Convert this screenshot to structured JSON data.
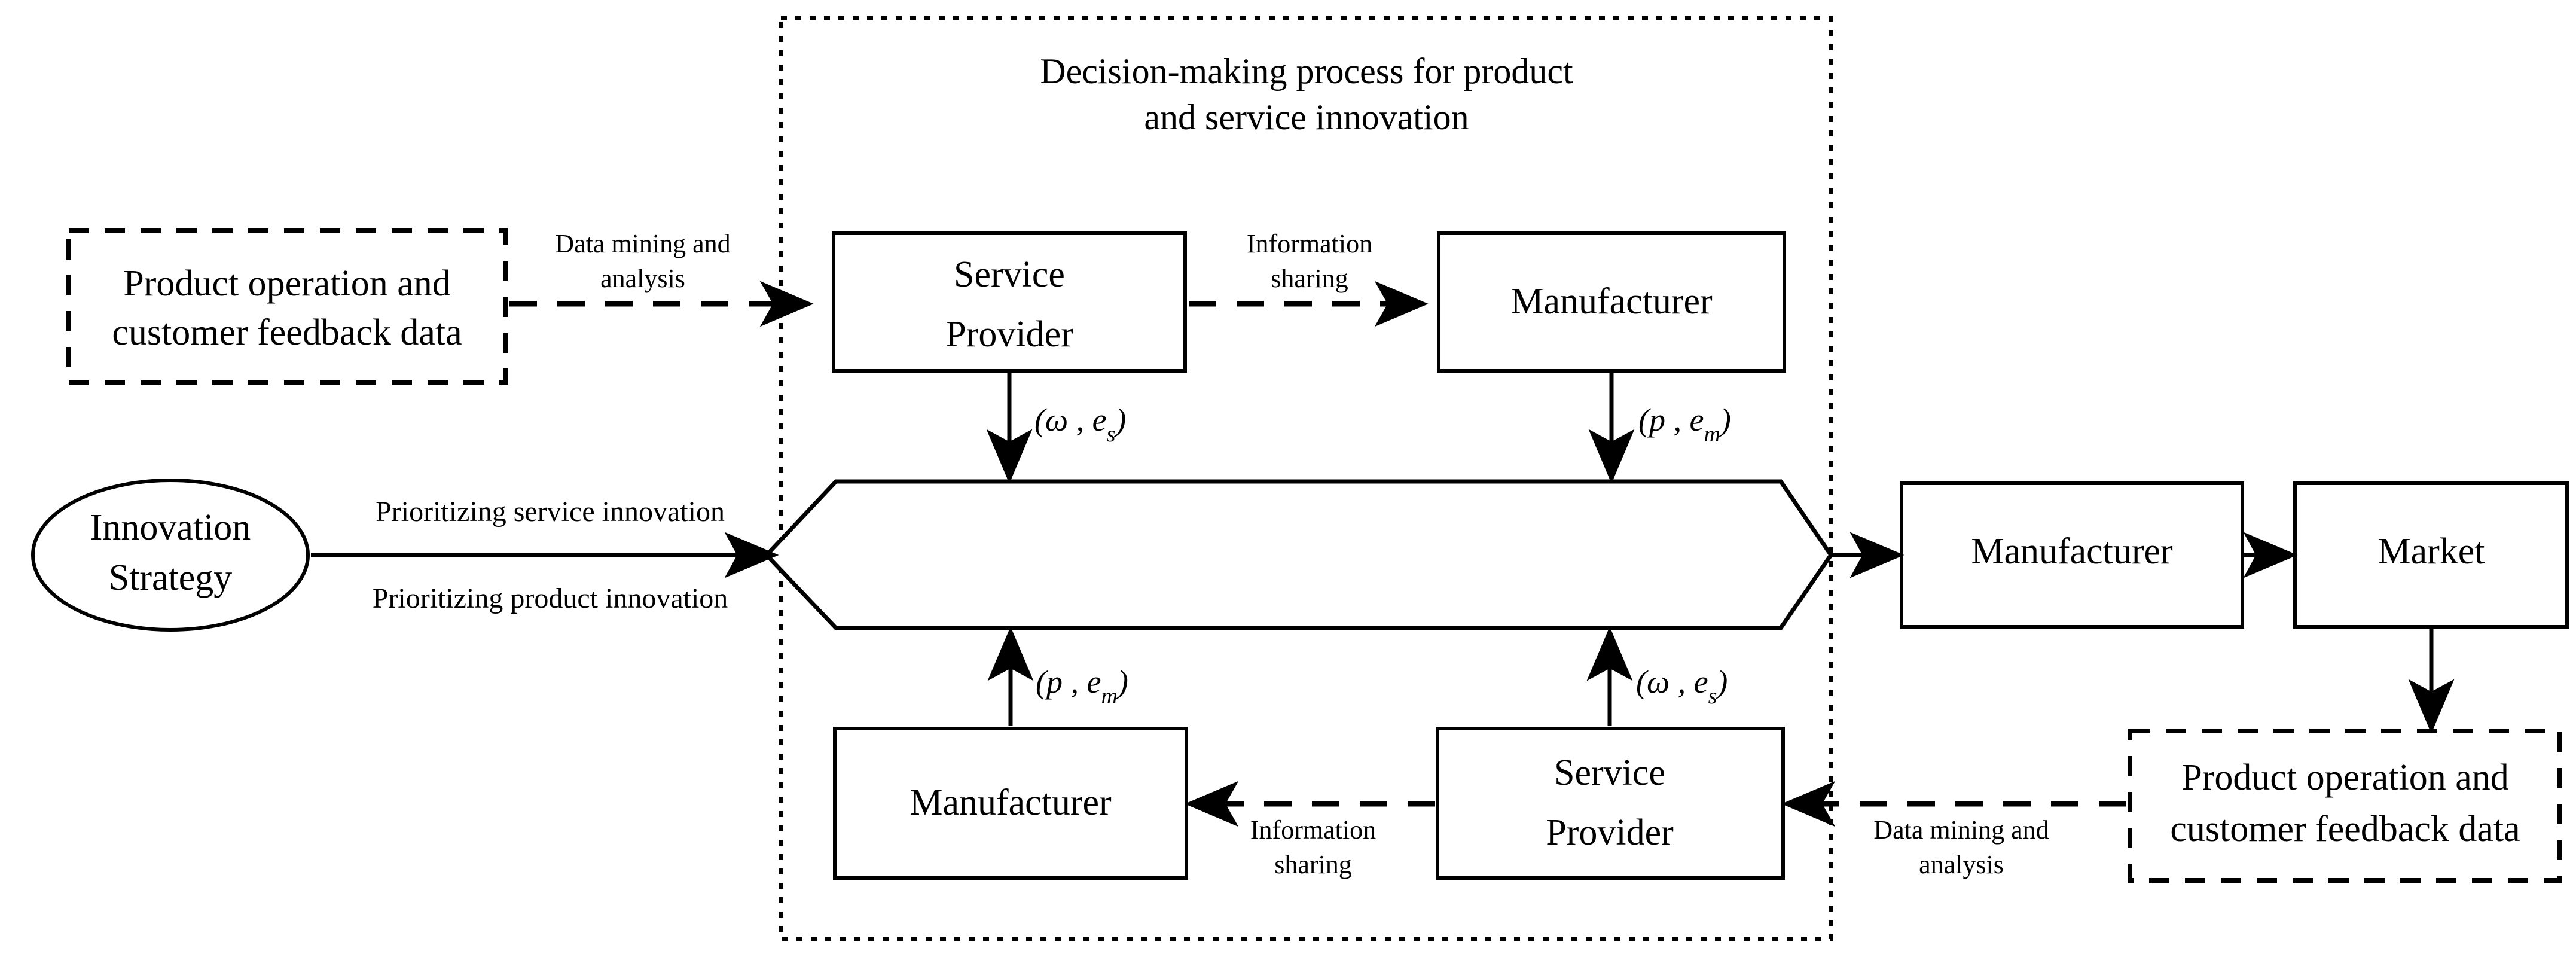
{
  "diagram": {
    "title_line1": "Decision-making process for product",
    "title_line2": "and service innovation",
    "boundary_label": "decision-making-process-boundary"
  },
  "nodes": {
    "left_feedback_l1": "Product operation and",
    "left_feedback_l2": "customer feedback data",
    "innovation_strategy_l1": "Innovation",
    "innovation_strategy_l2": "Strategy",
    "top_service_provider_l1": "Service",
    "top_service_provider_l2": "Provider",
    "top_manufacturer": "Manufacturer",
    "right_manufacturer": "Manufacturer",
    "right_market": "Market",
    "bottom_manufacturer": "Manufacturer",
    "bottom_service_provider_l1": "Service",
    "bottom_service_provider_l2": "Provider",
    "right_feedback_l1": "Product operation and",
    "right_feedback_l2": "customer feedback data"
  },
  "edges": {
    "data_mining_top_l1": "Data mining and",
    "data_mining_top_l2": "analysis",
    "info_sharing_top_l1": "Information",
    "info_sharing_top_l2": "sharing",
    "prioritizing_service": "Prioritizing service innovation",
    "prioritizing_product": "Prioritizing product innovation",
    "info_sharing_bottom_l1": "Information",
    "info_sharing_bottom_l2": "sharing",
    "data_mining_bottom_l1": "Data mining and",
    "data_mining_bottom_l2": "analysis"
  },
  "params": {
    "omega_es_open": "(",
    "omega_sym": "ω",
    "comma": " , ",
    "e_letter": "e",
    "s_sub": "s",
    "m_sub": "m",
    "p_sym": "p",
    "close": ")",
    "top_left_param": "(ω , e",
    "top_right_param": "(p , e",
    "bottom_left_param": "(p , e",
    "bottom_right_param": "(ω , e"
  },
  "colors": {
    "stroke": "#000000",
    "background": "#ffffff"
  }
}
